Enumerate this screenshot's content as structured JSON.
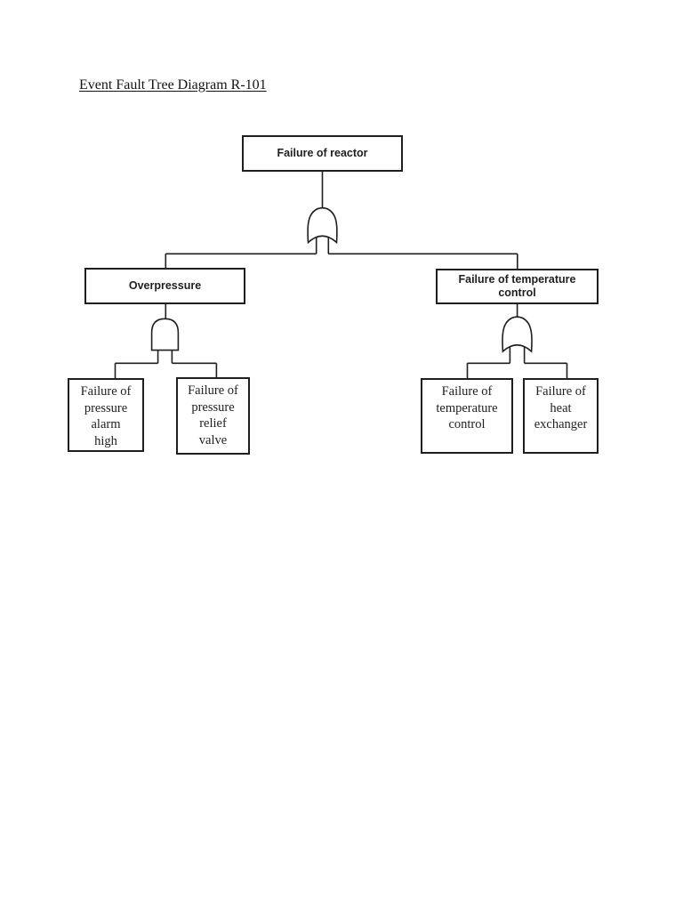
{
  "title": "Event Fault Tree Diagram R-101",
  "colors": {
    "ink": "#1f1f1f",
    "page_background": "#ffffff",
    "box_fill": "#ffffff"
  },
  "tree": {
    "root": {
      "label": "Failure of reactor",
      "gate_below": "OR"
    },
    "branches": [
      {
        "label": "Overpressure",
        "lines": [
          "Overpressure"
        ],
        "gate_below": "AND"
      },
      {
        "label": "Failure of temperature control",
        "lines": [
          "Failure of temperature",
          "control"
        ],
        "gate_below": "OR"
      }
    ],
    "leaves": [
      {
        "label": "Failure of pressure alarm high",
        "lines": [
          "Failure of",
          "pressure",
          "alarm",
          "high"
        ]
      },
      {
        "label": "Failure of pressure relief valve",
        "lines": [
          "Failure of",
          "pressure",
          "relief",
          "valve"
        ]
      },
      {
        "label": "Failure of temperature control",
        "lines": [
          "Failure of",
          "temperature",
          "control"
        ]
      },
      {
        "label": "Failure of heat exchanger",
        "lines": [
          "Failure of",
          "heat",
          "exchanger"
        ]
      }
    ]
  }
}
